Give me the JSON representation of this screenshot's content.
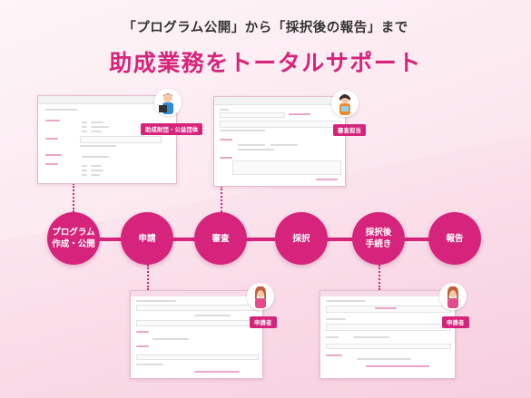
{
  "headline": "「プログラム公開」から「採択後の報告」まで",
  "subline": "助成業務をトータルサポート",
  "roles": {
    "funder": "助成財団・公益団体",
    "reviewer": "審査担当",
    "applicant_1": "申請者",
    "applicant_2": "申請者"
  },
  "steps": [
    {
      "line1": "プログラム",
      "line2": "作成・公開"
    },
    {
      "line1": "申請",
      "line2": ""
    },
    {
      "line1": "審査",
      "line2": ""
    },
    {
      "line1": "採択",
      "line2": ""
    },
    {
      "line1": "採択後",
      "line2": "手続き"
    },
    {
      "line1": "報告",
      "line2": ""
    }
  ],
  "colors": {
    "accent": "#d6247c",
    "headline": "#333333",
    "background": "#fbe6ee"
  }
}
